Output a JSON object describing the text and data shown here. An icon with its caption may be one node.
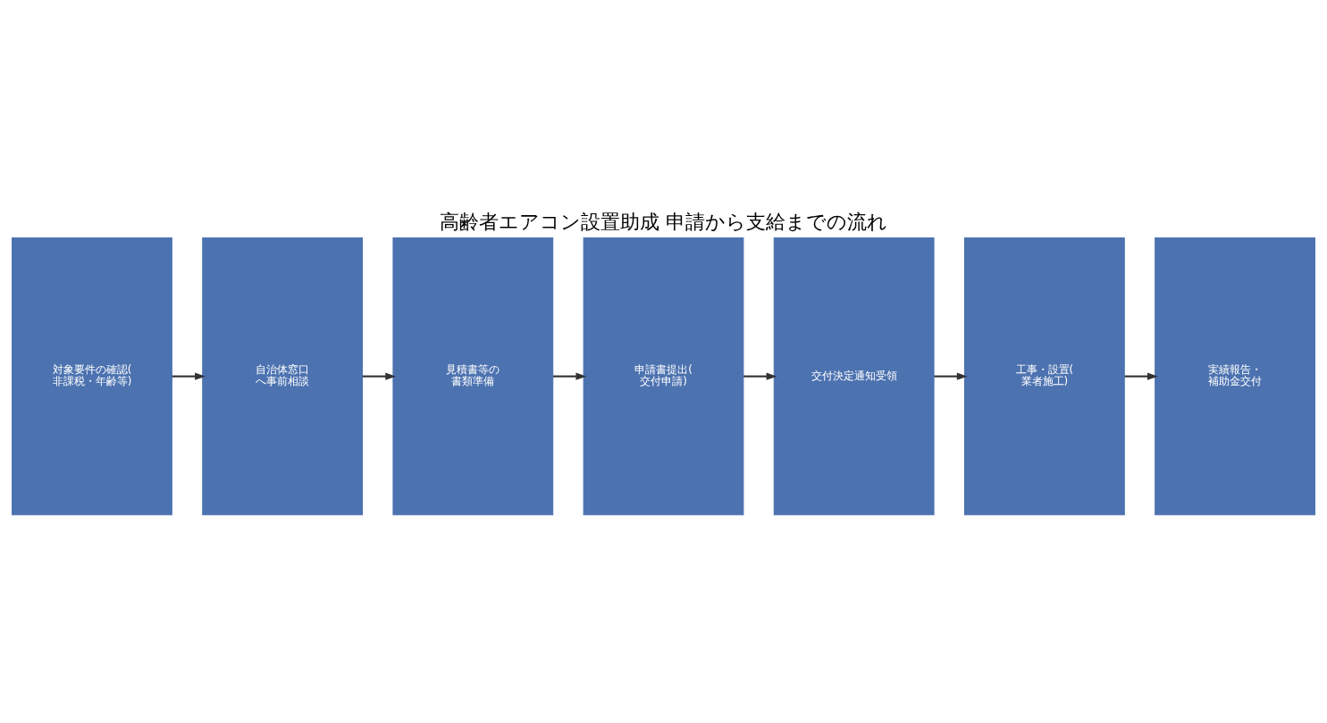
{
  "diagram": {
    "title": "高齢者エアコン設置助成 申請から支給までの流れ",
    "nodes": [
      {
        "text": [
          "対象要件の確認(非課税・年齢等)"
        ]
      },
      {
        "text": [
          "自治体窓口へ事前相談"
        ]
      },
      {
        "text": [
          "見積書等の書類準備"
        ]
      },
      {
        "text": [
          "申請書提出(交付申請)"
        ]
      },
      {
        "text": [
          "交付決定通知受領"
        ]
      },
      {
        "text": [
          "工事・設置(業者施工)"
        ]
      },
      {
        "text": [
          "実績報告・補助金交付"
        ]
      }
    ],
    "edges": [
      {
        "from": 0,
        "to": 1,
        "arrow": "to"
      },
      {
        "from": 1,
        "to": 2,
        "arrow": "to"
      },
      {
        "from": 2,
        "to": 3,
        "arrow": "to"
      },
      {
        "from": 3,
        "to": 4,
        "arrow": "to"
      },
      {
        "from": 4,
        "to": 5,
        "arrow": "to"
      },
      {
        "from": 5,
        "to": 6,
        "arrow": "to"
      }
    ]
  }
}
